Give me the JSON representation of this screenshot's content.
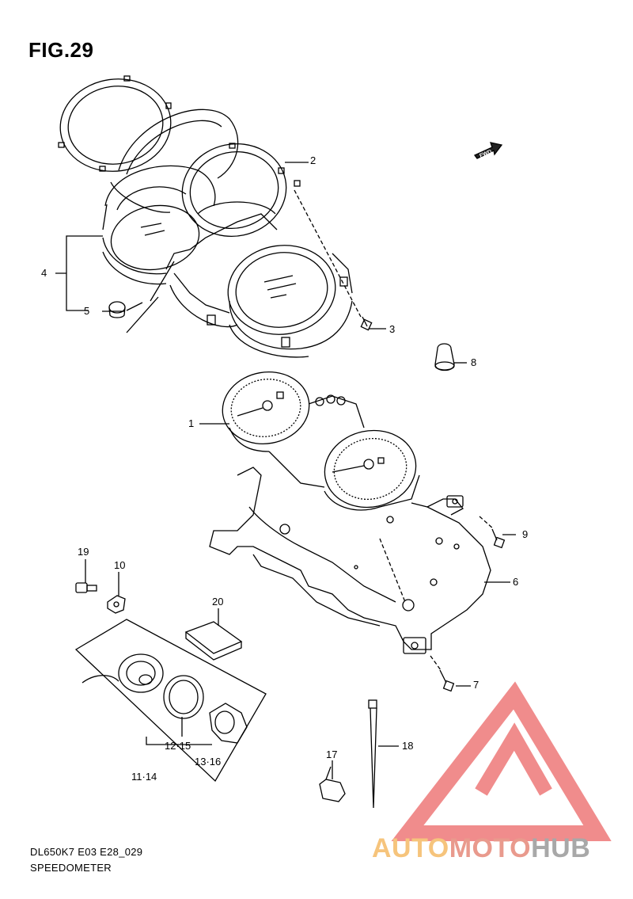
{
  "figure": {
    "title": "FIG.29"
  },
  "direction_marker": {
    "label": "FWD"
  },
  "callouts": {
    "c1": "1",
    "c2": "2",
    "c3": "3",
    "c4": "4",
    "c5": "5",
    "c6": "6",
    "c7": "7",
    "c8": "8",
    "c9": "9",
    "c10": "10",
    "c11_14": "11·14",
    "c12_15": "12·15",
    "c13_16": "13·16",
    "c17": "17",
    "c18": "18",
    "c19": "19",
    "c20": "20"
  },
  "footer": {
    "code": "DL650K7 E03 E28_029",
    "caption": "SPEEDOMETER"
  },
  "watermark": {
    "part1": "AUTO",
    "part2": "MOTO",
    "part3": "HUB"
  },
  "colors": {
    "line": "#000000",
    "watermark_red": "#f08c8c",
    "watermark_orange": "#f6c47c",
    "watermark_gray": "#a8a8a8"
  }
}
